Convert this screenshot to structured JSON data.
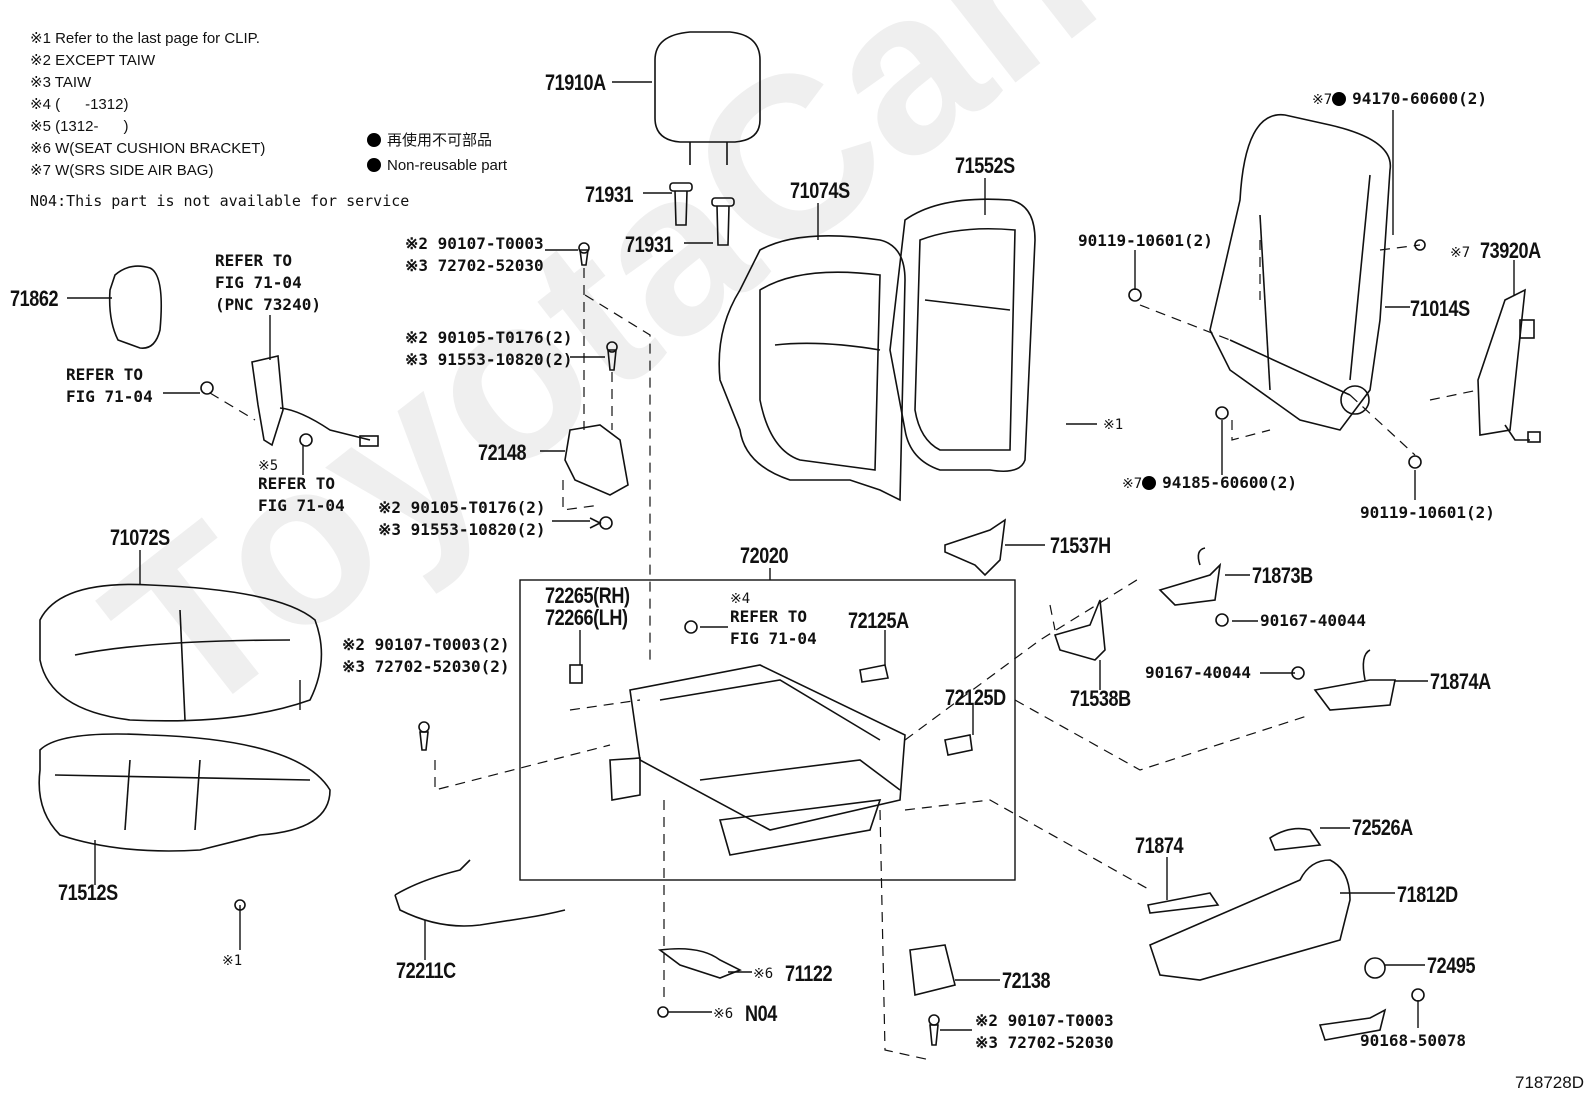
{
  "watermark": "ToyotaCamry.ru",
  "notes": [
    "※1 Refer to the last page for CLIP.",
    "※2 EXCEPT TAIW",
    "※3 TAIW",
    "※4 (      -1312)",
    "※5 (1312-      )",
    "※6 W(SEAT CUSHION BRACKET)",
    "※7 W(SRS SIDE AIR BAG)"
  ],
  "n04_note": "N04:This part is not available for service",
  "legend": {
    "jp": "再使用不可部品",
    "en": "Non-reusable part"
  },
  "figure_number": "718728D",
  "parts": {
    "p71910A": "71910A",
    "p71931a": "71931",
    "p71931b": "71931",
    "p71074S": "71074S",
    "p71552S": "71552S",
    "p71862": "71862",
    "p72148": "72148",
    "p71072S": "71072S",
    "p71512S": "71512S",
    "p72211C": "72211C",
    "p72020": "72020",
    "p72265": "72265(RH)",
    "p72266": "72266(LH)",
    "p72125A": "72125A",
    "p72125D": "72125D",
    "p71537H": "71537H",
    "p71873B": "71873B",
    "p71538B": "71538B",
    "p71874A": "71874A",
    "p71014S": "71014S",
    "p73920A": "73920A",
    "p71874": "71874",
    "p72526A": "72526A",
    "p71812D": "71812D",
    "p72495": "72495",
    "p72138": "72138",
    "p71122": "71122",
    "pN04": "N04"
  },
  "fasteners": {
    "top_bolt": [
      "※2 90107-T0003",
      "※3 72702-52030"
    ],
    "mid_bolt": [
      "※2 90105-T0176(2)",
      "※3 91553-10820(2)"
    ],
    "low_bolt": [
      "※2 90105-T0176(2)",
      "※3 91553-10820(2)"
    ],
    "cushion_bolt": [
      "※2 90107-T0003(2)",
      "※3 72702-52030(2)"
    ],
    "bottom_bolt": [
      "※2 90107-T0003",
      "※3 72702-52030"
    ],
    "frame_bolt_left": "90119-10601(2)",
    "frame_bolt_right": "90119-10601(2)",
    "nut_top": "94170-60600(2)",
    "nut_bottom": "94185-60600(2)",
    "screw_71873B": "90167-40044",
    "screw_71874A": "90167-40044",
    "screw_72495": "90168-50078"
  },
  "marks": {
    "m7": "※7",
    "m5": "※5",
    "m4": "※4",
    "m6": "※6",
    "clip1": "※1"
  },
  "refs": {
    "belt_ref": "REFER TO\nFIG 71-04\n(PNC 73240)",
    "nut_ref": "REFER TO\nFIG 71-04",
    "clip_ref": "REFER TO\nFIG 71-04",
    "frame_ref": "REFER TO\nFIG 71-04"
  }
}
